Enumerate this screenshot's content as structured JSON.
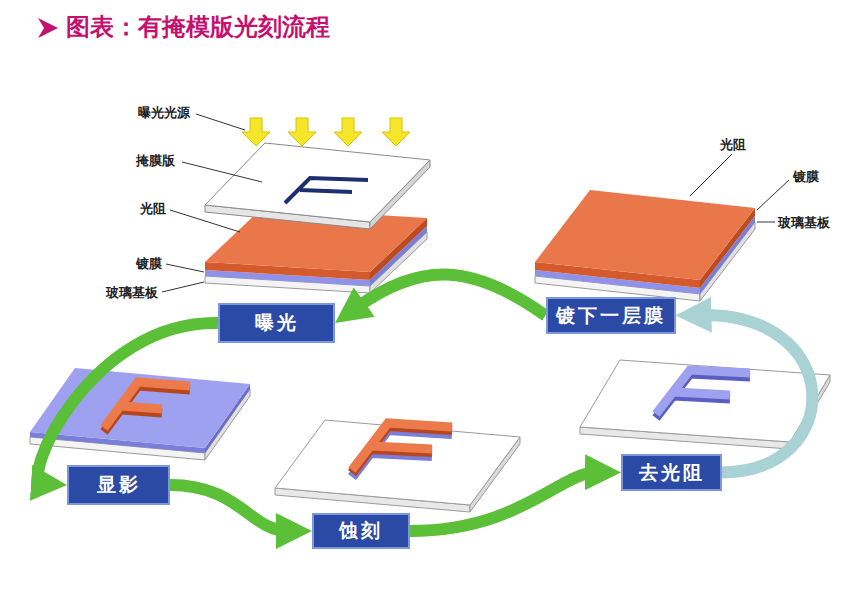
{
  "diagram": {
    "title": "图表：有掩模版光刻流程",
    "nodes": [
      {
        "text": [
          "曝光"
        ]
      },
      {
        "text": [
          "显影"
        ]
      },
      {
        "text": [
          "蚀刻"
        ]
      },
      {
        "text": [
          "去光阻"
        ]
      },
      {
        "text": [
          "镀下一层膜"
        ]
      }
    ],
    "edges": [
      {
        "from": 0,
        "to": 1,
        "arrow": "to"
      },
      {
        "from": 1,
        "to": 2,
        "arrow": "to"
      },
      {
        "from": 2,
        "to": 3,
        "arrow": "to"
      },
      {
        "from": 3,
        "to": 4,
        "arrow": "to"
      },
      {
        "from": 4,
        "to": 0,
        "arrow": "to"
      }
    ],
    "labels": [
      "曝光光源",
      "掩膜版",
      "光阻",
      "镀膜",
      "玻璃基板",
      "光阻",
      "镀膜",
      "玻璃基板"
    ]
  }
}
